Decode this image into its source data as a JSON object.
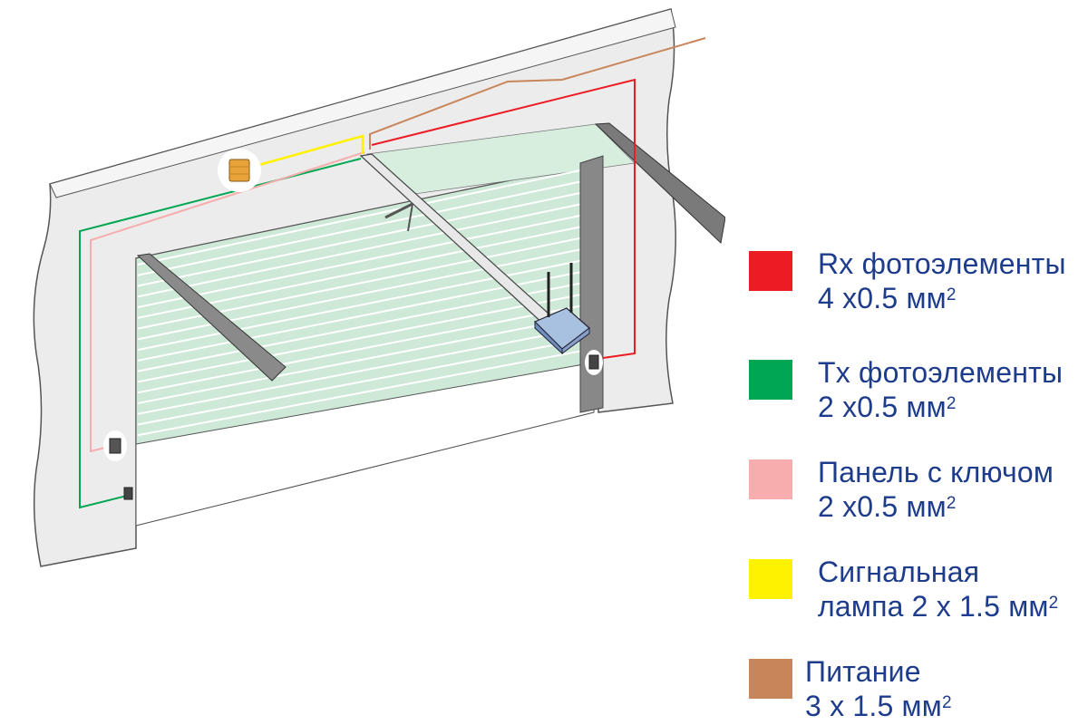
{
  "legend": {
    "items": [
      {
        "id": "rx",
        "line1": "Rx фотоэлементы",
        "line2": "4 x0.5 мм",
        "superscript": "2",
        "color": "#ed1c24"
      },
      {
        "id": "tx",
        "line1": "Tx фотоэлементы",
        "line2": "2 x0.5 мм",
        "superscript": "2",
        "color": "#00a651"
      },
      {
        "id": "panel",
        "line1": "Панель с ключом",
        "line2": "2 x0.5 мм",
        "superscript": "2",
        "color": "#f7adad"
      },
      {
        "id": "lamp",
        "line1": "Сигнальная",
        "line2": "лампа 2 x 1.5 мм",
        "superscript": "2",
        "color": "#fff200"
      },
      {
        "id": "power",
        "line1": "Питание",
        "line2": "3 x 1.5 мм",
        "superscript": "2",
        "color": "#c9855a"
      }
    ]
  },
  "colors": {
    "wall": "#ececec",
    "outline": "#555555",
    "door_fill": "#cfe9d8",
    "door_slat": "#ffffff",
    "rail": "#7a7a7a",
    "opener": "#a9c1e0",
    "lamp": "#e8a43a",
    "legend_text": "#1e3c8c"
  },
  "icons": [
    "signal-lamp-icon",
    "photocell-icon",
    "key-panel-icon",
    "opener-motor-icon",
    "antenna-icon"
  ]
}
